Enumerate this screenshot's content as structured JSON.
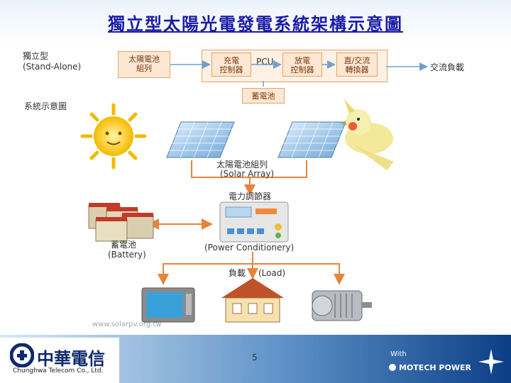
{
  "title": "獨立型太陽光電發電系統架構示意圖",
  "block": {
    "type_label": "獨立型",
    "type_label_en": "(Stand-Alone)",
    "solar_array": "太陽電池",
    "solar_array_2": "組列",
    "pcu_label": "PCU",
    "charge_ctrl": "充電",
    "charge_ctrl_2": "控制器",
    "discharge_ctrl": "放電",
    "discharge_ctrl_2": "控制器",
    "inverter": "直/交流",
    "inverter_2": "轉換器",
    "ac_load": "交流負載",
    "battery": "蓄電池"
  },
  "system": {
    "label": "系統示意圖",
    "solar_array_zh": "太陽電池組列",
    "solar_array_en": "(Solar Array)",
    "conditioner_zh": "電力調節器",
    "conditioner_en": "(Power Conditionery)",
    "battery_zh": "蓄電池",
    "battery_en": "(Battery)",
    "load_zh": "負載",
    "load_en": "(Load)",
    "url": "www.solarpv.org.tw"
  },
  "footer": {
    "company_zh": "中華電信",
    "company_en": "Chunghwa Telecom Co., Ltd.",
    "page": "5",
    "with": "With",
    "partner": "MOTECH POWER"
  },
  "colors": {
    "title": "#1a1aa6",
    "flow_arrow": "#e8843a",
    "block_arrow": "#6fa0d0",
    "box_fill": "#fbe7d2"
  }
}
